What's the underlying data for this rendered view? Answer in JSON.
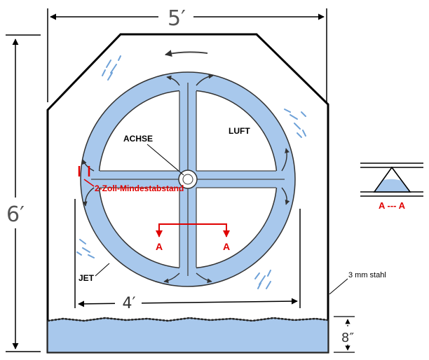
{
  "dimensions": {
    "width": "5′",
    "height": "6′",
    "wheel_span": "4′",
    "base_water_depth": "8″"
  },
  "labels": {
    "axle": "ACHSE",
    "air": "LUFT",
    "jet": "JET",
    "min_gap": "2-Zoll-Mindestabstand",
    "shell": "3 mm stahl",
    "section_a": "A",
    "section_b": "A",
    "section_title": "A --- A"
  },
  "colors": {
    "water": "#a8c8ec",
    "red": "#e00000",
    "ink": "#000000"
  }
}
